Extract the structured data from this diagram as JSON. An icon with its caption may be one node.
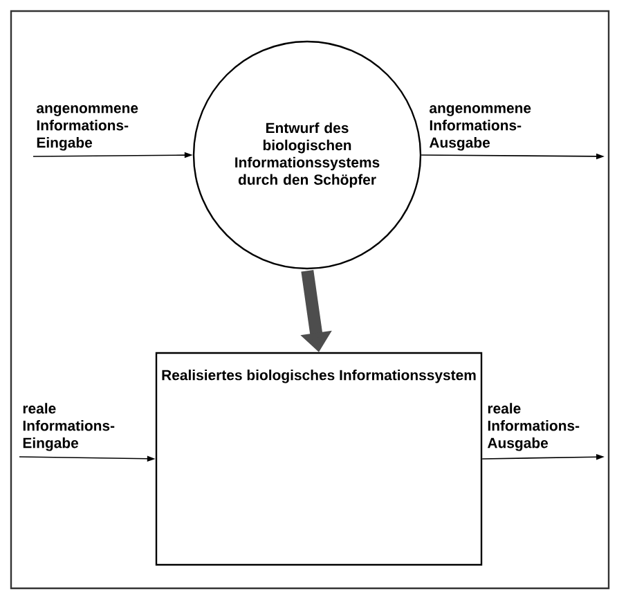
{
  "diagram": {
    "nodes": [
      {
        "text": [
          "Entwurf des biologischen Informationssystems durch den Schöpfer"
        ]
      },
      {
        "text": [
          "Realisiertes biologisches Informationssystem"
        ]
      }
    ],
    "edges": [
      {
        "from": null,
        "to": 0,
        "arrow": "to",
        "label": "angenommene Informations- Eingabe"
      },
      {
        "from": 0,
        "to": null,
        "arrow": "to",
        "label": "angenommene Informations- Ausgabe"
      },
      {
        "from": 0,
        "to": 1,
        "arrow": "to",
        "style": "thick",
        "color": "#4d4d4d"
      },
      {
        "from": null,
        "to": 1,
        "arrow": "to",
        "label": "reale Informations- Eingabe"
      },
      {
        "from": 1,
        "to": null,
        "arrow": "to",
        "label": "reale Informations- Ausgabe"
      }
    ]
  }
}
